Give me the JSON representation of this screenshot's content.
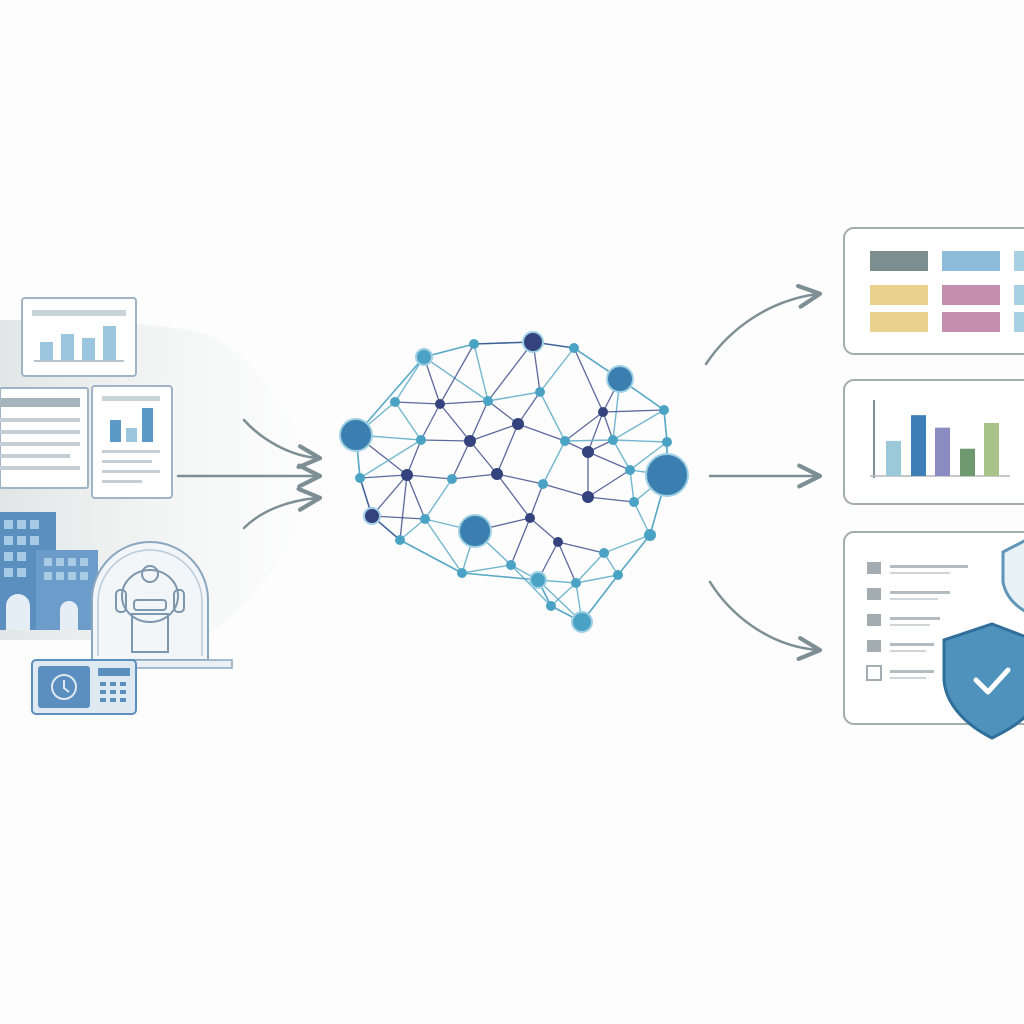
{
  "palette": {
    "background": "#fdfdfd",
    "arrow": "#7d8f95",
    "card_border": "#a3acaf",
    "doc_border": "#9fb4c6",
    "blue_dark": "#3d7aa8",
    "blue_mid": "#5b99c8",
    "blue_light": "#9cc6df",
    "network_edge_outer": "#5aaac7",
    "network_edge_inner": "#3f4f8c",
    "node_teal": "#4aa3c4",
    "node_navy": "#34437e",
    "node_large": "#3a7fb0",
    "shield": "#4f93bd"
  },
  "inputs": {
    "items": [
      {
        "name": "report-document-icon"
      },
      {
        "name": "chart-document-icon"
      },
      {
        "name": "text-document-icon"
      },
      {
        "name": "hospital-building-icon"
      },
      {
        "name": "ct-scanner-icon"
      },
      {
        "name": "medical-monitor-icon"
      }
    ]
  },
  "model": {
    "icon": "neural-network-brain-icon"
  },
  "outputs": {
    "items": [
      {
        "name": "color-table-card",
        "colors": [
          "#7d8e8e",
          "#8dbcdb",
          "#a7d0e2",
          "#ead28e",
          "#c48fae",
          "#a7d0e2",
          "#ead28e",
          "#c48fae",
          "#a7d0e2"
        ]
      },
      {
        "name": "bar-chart-card",
        "bars": [
          {
            "value": 0.45,
            "color": "#9cc9d9"
          },
          {
            "value": 0.78,
            "color": "#3f7fb8"
          },
          {
            "value": 0.62,
            "color": "#8b8cc2"
          },
          {
            "value": 0.35,
            "color": "#6f9a70"
          },
          {
            "value": 0.68,
            "color": "#a9c289"
          }
        ]
      },
      {
        "name": "checklist-shield-card",
        "icon": "shield-check-icon"
      }
    ]
  }
}
